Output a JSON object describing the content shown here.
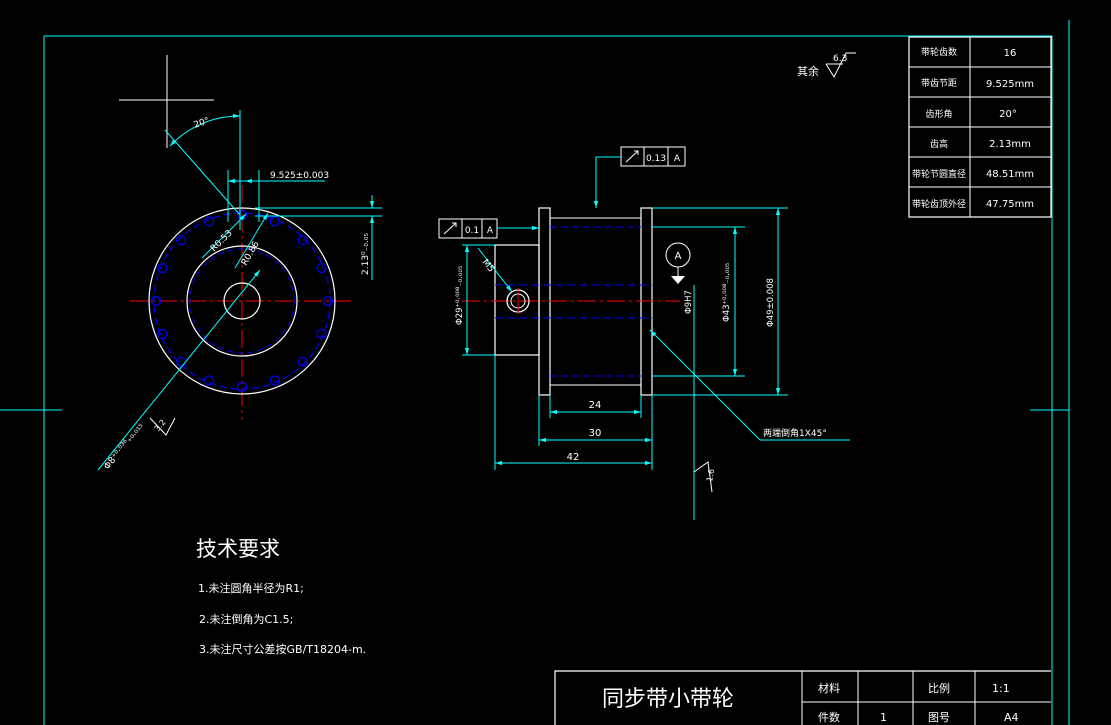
{
  "params_table": {
    "rows": [
      {
        "label": "带轮齿数",
        "value": "16"
      },
      {
        "label": "带齿节距",
        "value": "9.525mm"
      },
      {
        "label": "齿形角",
        "value": "20°"
      },
      {
        "label": "齿高",
        "value": "2.13mm"
      },
      {
        "label": "带轮节圆直径",
        "value": "48.51mm"
      },
      {
        "label": "带轮齿顶外径",
        "value": "47.75mm"
      }
    ]
  },
  "roughness": {
    "rest_label": "其余",
    "rest_value": "6.3",
    "bore_value": "3.2",
    "face_value": "1.6"
  },
  "front_view": {
    "angle": "20°",
    "pitch": "9.525±0.003",
    "tip_radius": "R0.53",
    "root_radius": "R0.86",
    "tooth_height": "2.13⁰₋₀.₀₅",
    "bore_dia": "Φ8⁺⁰·⁰³⁶₊₀.₀₁₅"
  },
  "side_view": {
    "flat_tol": "0.1",
    "flat_datum": "A",
    "runout_tol": "0.13",
    "runout_datum": "A",
    "datum": "A",
    "thread": "M5",
    "hub_dia": "Φ29⁺⁰·⁰⁰⁸₋₀.₀₀₅",
    "shaft_fit": "Φ9H7",
    "groove_dia": "Φ43⁺⁰·⁰⁰⁸₋₀.₀₀₅",
    "outer_dia": "Φ49±0.008",
    "width_24": "24",
    "width_30": "30",
    "width_42": "42",
    "chamfer_note": "两端倒角1X45°"
  },
  "tech_requirements": {
    "title": "技术要求",
    "items": [
      "1.未注圆角半径为R1;",
      "2.未注倒角为C1.5;",
      "3.未注尺寸公差按GB/T18204-m."
    ]
  },
  "title_block": {
    "name": "同步带小带轮",
    "material_label": "材料",
    "material_value": "",
    "scale_label": "比例",
    "scale_value": "1:1",
    "qty_label": "件数",
    "qty_value": "1",
    "drawing_no_label": "图号",
    "drawing_no_value": "A4"
  },
  "colors": {
    "frame": "#00ffff",
    "outline": "#ffffff",
    "center": "#ff0000",
    "hidden": "#0000ff",
    "dim": "#00ffff"
  }
}
